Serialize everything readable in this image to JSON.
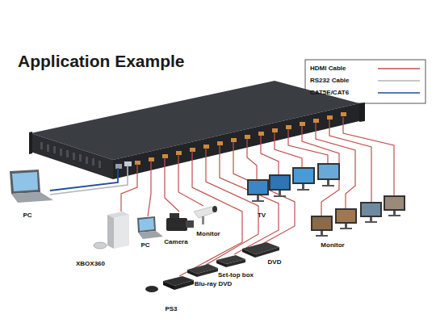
{
  "diagram": {
    "title": "Application Example",
    "labels": [
      "PC",
      "XBOX360",
      "PC",
      "Camera",
      "Monitor",
      "Blu-ray DVD",
      "Set-top box",
      "DVD",
      "PS3",
      "TV",
      "Monitor"
    ],
    "legend": [
      {
        "text": "HDMI Cable"
      },
      {
        "text": "RS232 Cable"
      },
      {
        "text": "CAT5E/CAT6"
      }
    ]
  }
}
